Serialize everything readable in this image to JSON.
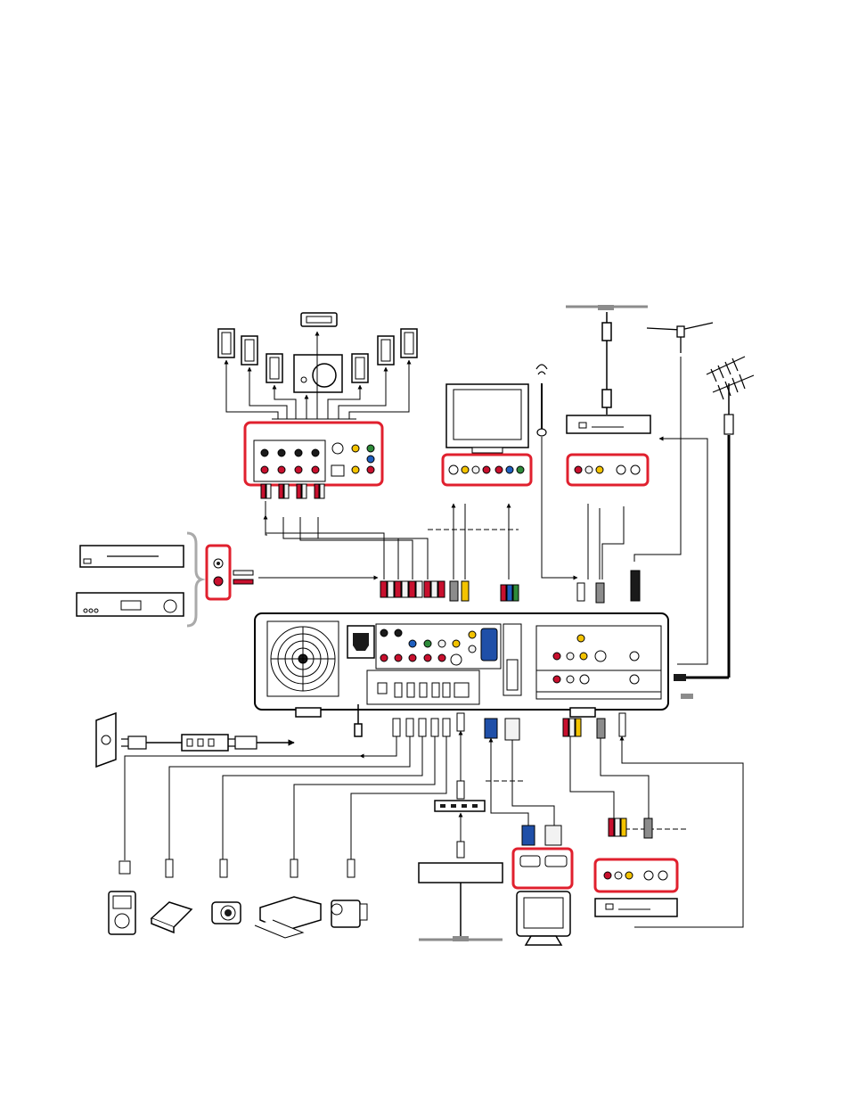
{
  "figure": {
    "kind": "pc-connection-diagram",
    "highlight_color": "#e0202e",
    "line_color": "#000000",
    "device_fill": "#ffffff",
    "jack_colors": {
      "red": "#c8102e",
      "white": "#f2f2f2",
      "yellow": "#f3c300",
      "blue": "#1f5fbf",
      "green": "#2e8b3a",
      "gray": "#8c8c8c",
      "black": "#1a1a1a",
      "vga_blue": "#1f4fa8"
    },
    "devices": [
      {
        "id": "speakers-5.1",
        "icon": "speaker-icon"
      },
      {
        "id": "subwoofer",
        "icon": "subwoofer-icon"
      },
      {
        "id": "center-speaker",
        "icon": "center-speaker-icon"
      },
      {
        "id": "audio-receiver-panel",
        "icon": "audio-jack-panel-icon"
      },
      {
        "id": "flat-panel-tv",
        "icon": "tv-icon"
      },
      {
        "id": "tv-input-panel",
        "icon": "av-jack-panel-icon"
      },
      {
        "id": "fm-antenna",
        "icon": "fm-antenna-icon"
      },
      {
        "id": "cable-set-top-box",
        "icon": "set-top-box-icon"
      },
      {
        "id": "set-top-box-panel",
        "icon": "av-jack-panel-icon"
      },
      {
        "id": "rabbit-ears-antenna",
        "icon": "tv-antenna-icon"
      },
      {
        "id": "rooftop-antenna",
        "icon": "yagi-antenna-icon"
      },
      {
        "id": "dvd-player",
        "icon": "dvd-player-icon"
      },
      {
        "id": "vcr",
        "icon": "vcr-icon"
      },
      {
        "id": "stereo-audio-input",
        "icon": "audio-jack-panel-icon"
      },
      {
        "id": "pc-rear-panel",
        "icon": "pc-icon"
      },
      {
        "id": "wall-outlet",
        "icon": "wall-outlet-icon"
      },
      {
        "id": "surge-protector",
        "icon": "power-strip-icon"
      },
      {
        "id": "usb-hub",
        "icon": "hub-icon"
      },
      {
        "id": "network-device",
        "icon": "router-icon"
      },
      {
        "id": "vga-dvi-connectors",
        "icon": "video-connector-icon"
      },
      {
        "id": "crt-monitor",
        "icon": "monitor-icon"
      },
      {
        "id": "av-input-panel",
        "icon": "av-jack-panel-icon"
      },
      {
        "id": "second-set-top-box",
        "icon": "set-top-box-icon"
      },
      {
        "id": "mp3-player",
        "icon": "mp3-player-icon"
      },
      {
        "id": "external-drive",
        "icon": "drive-icon"
      },
      {
        "id": "digital-camera",
        "icon": "camera-icon"
      },
      {
        "id": "printer",
        "icon": "printer-icon"
      },
      {
        "id": "camcorder",
        "icon": "camcorder-icon"
      }
    ]
  }
}
